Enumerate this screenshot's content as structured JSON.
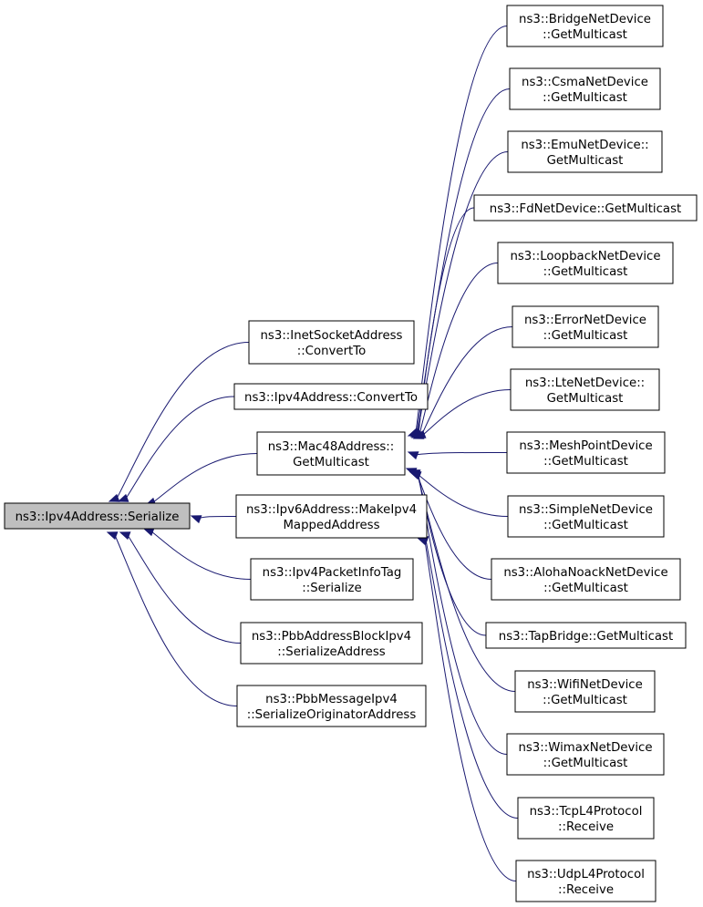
{
  "diagram": {
    "root": "ns3::Ipv4Address::Serialize",
    "nodes": {
      "n_ipv4_serialize": {
        "lines": [
          "ns3::Ipv4Address::Serialize"
        ],
        "root": true
      },
      "n_inet_convert": {
        "lines": [
          "ns3::InetSocketAddress",
          "::ConvertTo"
        ]
      },
      "n_ipv4_convert": {
        "lines": [
          "ns3::Ipv4Address::ConvertTo"
        ]
      },
      "n_mac48_getmc": {
        "lines": [
          "ns3::Mac48Address::",
          "GetMulticast"
        ]
      },
      "n_ipv6_make": {
        "lines": [
          "ns3::Ipv6Address::MakeIpv4",
          "MappedAddress"
        ]
      },
      "n_pkt_info": {
        "lines": [
          "ns3::Ipv4PacketInfoTag",
          "::Serialize"
        ]
      },
      "n_pbb_block": {
        "lines": [
          "ns3::PbbAddressBlockIpv4",
          "::SerializeAddress"
        ]
      },
      "n_pbb_msg": {
        "lines": [
          "ns3::PbbMessageIpv4",
          "::SerializeOriginatorAddress"
        ]
      },
      "n_bridge": {
        "lines": [
          "ns3::BridgeNetDevice",
          "::GetMulticast"
        ]
      },
      "n_csma": {
        "lines": [
          "ns3::CsmaNetDevice",
          "::GetMulticast"
        ]
      },
      "n_emu": {
        "lines": [
          "ns3::EmuNetDevice::",
          "GetMulticast"
        ]
      },
      "n_fd": {
        "lines": [
          "ns3::FdNetDevice::GetMulticast"
        ]
      },
      "n_loopback": {
        "lines": [
          "ns3::LoopbackNetDevice",
          "::GetMulticast"
        ]
      },
      "n_error": {
        "lines": [
          "ns3::ErrorNetDevice",
          "::GetMulticast"
        ]
      },
      "n_lte": {
        "lines": [
          "ns3::LteNetDevice::",
          "GetMulticast"
        ]
      },
      "n_mesh": {
        "lines": [
          "ns3::MeshPointDevice",
          "::GetMulticast"
        ]
      },
      "n_simple": {
        "lines": [
          "ns3::SimpleNetDevice",
          "::GetMulticast"
        ]
      },
      "n_aloha": {
        "lines": [
          "ns3::AlohaNoackNetDevice",
          "::GetMulticast"
        ]
      },
      "n_tapbridge": {
        "lines": [
          "ns3::TapBridge::GetMulticast"
        ]
      },
      "n_wifi": {
        "lines": [
          "ns3::WifiNetDevice",
          "::GetMulticast"
        ]
      },
      "n_wimax": {
        "lines": [
          "ns3::WimaxNetDevice",
          "::GetMulticast"
        ]
      },
      "n_tcp": {
        "lines": [
          "ns3::TcpL4Protocol",
          "::Receive"
        ]
      },
      "n_udp": {
        "lines": [
          "ns3::UdpL4Protocol",
          "::Receive"
        ]
      }
    },
    "edges": [
      {
        "from": "n_inet_convert",
        "to": "n_ipv4_serialize"
      },
      {
        "from": "n_ipv4_convert",
        "to": "n_ipv4_serialize"
      },
      {
        "from": "n_mac48_getmc",
        "to": "n_ipv4_serialize"
      },
      {
        "from": "n_ipv6_make",
        "to": "n_ipv4_serialize"
      },
      {
        "from": "n_pkt_info",
        "to": "n_ipv4_serialize"
      },
      {
        "from": "n_pbb_block",
        "to": "n_ipv4_serialize"
      },
      {
        "from": "n_pbb_msg",
        "to": "n_ipv4_serialize"
      },
      {
        "from": "n_bridge",
        "to": "n_mac48_getmc"
      },
      {
        "from": "n_csma",
        "to": "n_mac48_getmc"
      },
      {
        "from": "n_emu",
        "to": "n_mac48_getmc"
      },
      {
        "from": "n_fd",
        "to": "n_mac48_getmc"
      },
      {
        "from": "n_loopback",
        "to": "n_mac48_getmc"
      },
      {
        "from": "n_error",
        "to": "n_mac48_getmc"
      },
      {
        "from": "n_lte",
        "to": "n_mac48_getmc"
      },
      {
        "from": "n_mesh",
        "to": "n_mac48_getmc"
      },
      {
        "from": "n_simple",
        "to": "n_mac48_getmc"
      },
      {
        "from": "n_aloha",
        "to": "n_mac48_getmc"
      },
      {
        "from": "n_tapbridge",
        "to": "n_mac48_getmc"
      },
      {
        "from": "n_wifi",
        "to": "n_mac48_getmc"
      },
      {
        "from": "n_wimax",
        "to": "n_mac48_getmc"
      },
      {
        "from": "n_tcp",
        "to": "n_ipv6_make"
      },
      {
        "from": "n_udp",
        "to": "n_ipv6_make"
      }
    ],
    "colors": {
      "edge": "#191970",
      "root_fill": "#bfbfbf",
      "node_fill": "#ffffff",
      "border": "#000000"
    }
  }
}
